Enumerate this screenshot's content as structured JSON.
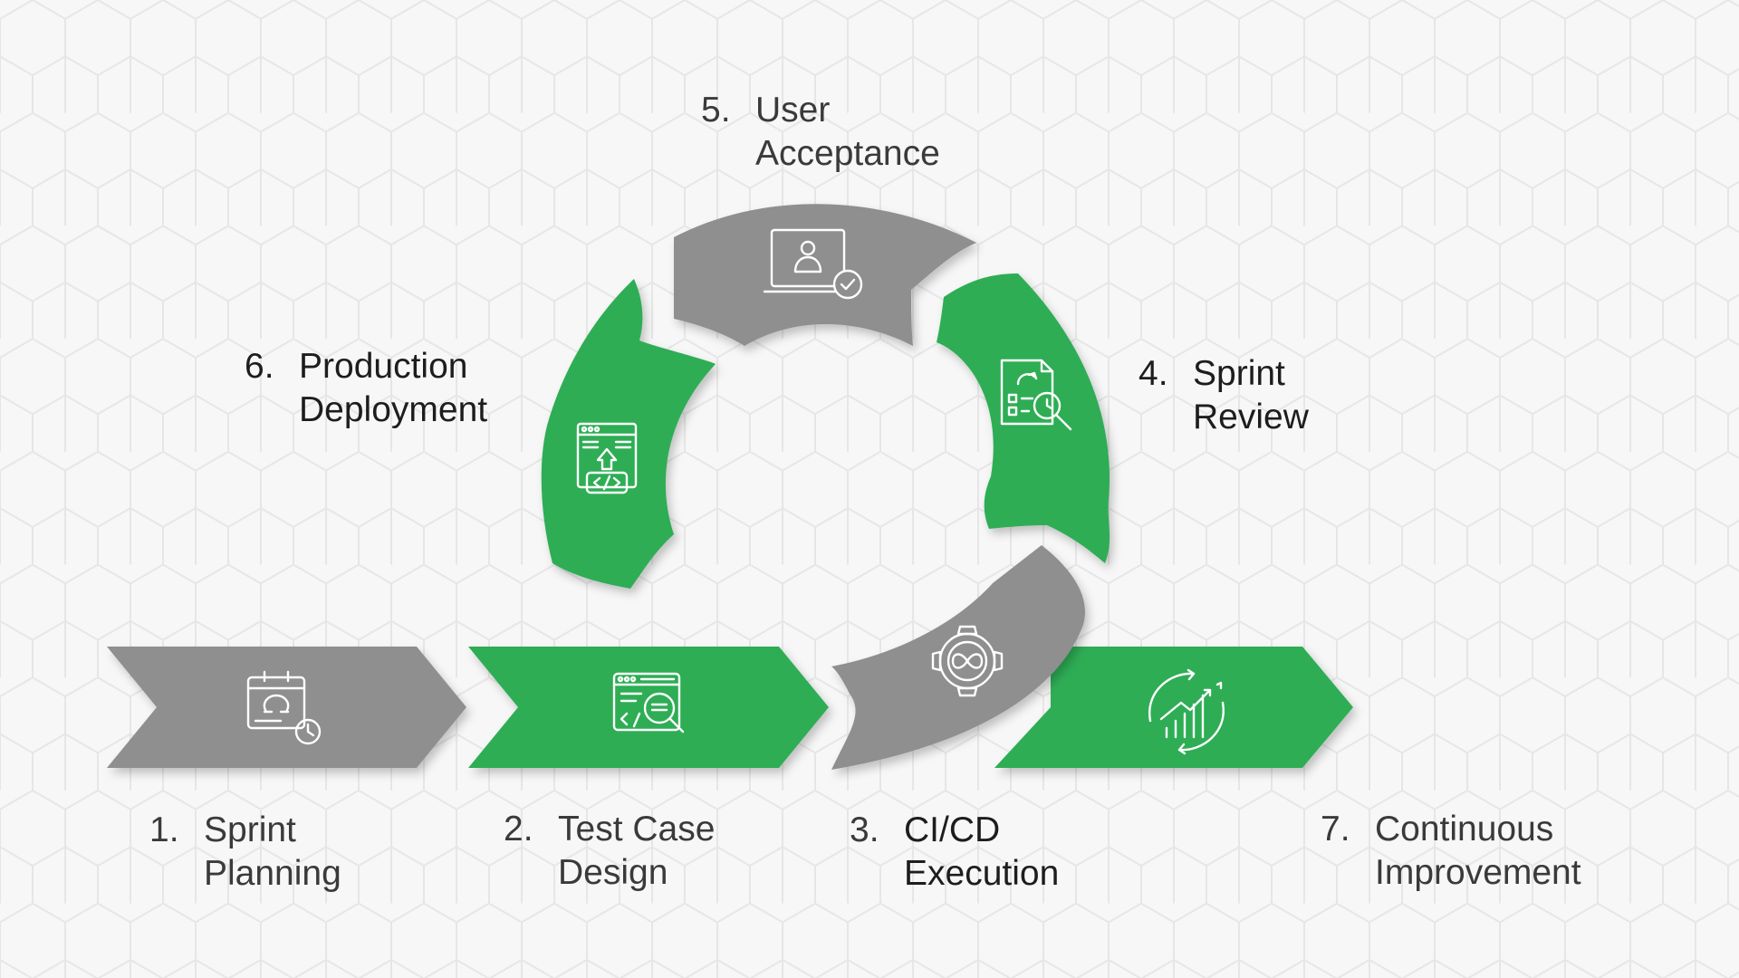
{
  "colors": {
    "green": "#2fad54",
    "gray": "#8f8f8f",
    "icon_stroke": "#ffffff",
    "text": "#1d1d1d",
    "background": "#f7f7f7"
  },
  "steps": [
    {
      "number": "1.",
      "line1": "Sprint",
      "line2": "Planning",
      "shape": "chevron",
      "color": "gray",
      "icon": "calendar-clock-icon"
    },
    {
      "number": "2.",
      "line1": "Test Case",
      "line2": "Design",
      "shape": "chevron",
      "color": "green",
      "icon": "code-search-icon"
    },
    {
      "number": "3.",
      "line1": "CI/CD",
      "line2": "Execution",
      "shape": "arc",
      "color": "gray",
      "icon": "gear-infinity-icon"
    },
    {
      "number": "4.",
      "line1": "Sprint",
      "line2": "Review",
      "shape": "arc",
      "color": "green",
      "icon": "document-review-icon"
    },
    {
      "number": "5.",
      "line1": "User",
      "line2": "Acceptance",
      "shape": "arc",
      "color": "gray",
      "icon": "laptop-user-check-icon"
    },
    {
      "number": "6.",
      "line1": "Production",
      "line2": "Deployment",
      "shape": "arc",
      "color": "green",
      "icon": "browser-deploy-code-icon"
    },
    {
      "number": "7.",
      "line1": "Continuous",
      "line2": "Improvement",
      "shape": "chevron",
      "color": "green",
      "icon": "growth-chart-cycle-icon"
    }
  ]
}
